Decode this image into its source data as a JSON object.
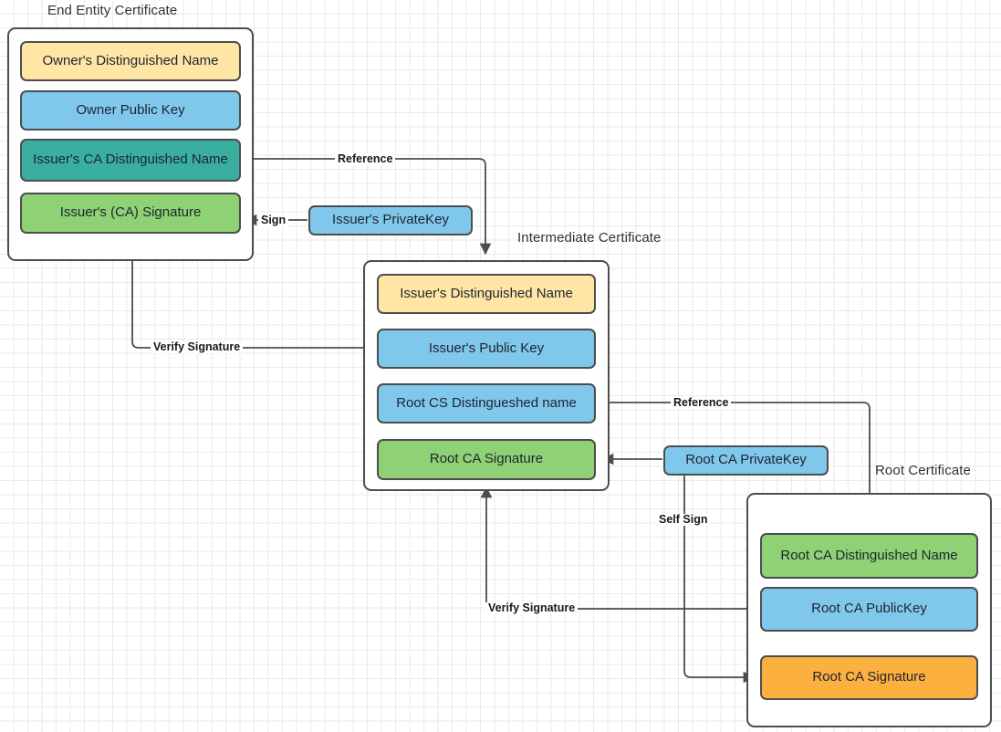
{
  "diagram": {
    "title_end_entity": "End Entity Certificate",
    "title_intermediate": "Intermediate Certificate",
    "title_root": "Root Certificate"
  },
  "colors": {
    "yellow": "#ffe6a5",
    "blue": "#7fc8ec",
    "teal": "#3aae9f",
    "green": "#8fd175",
    "orange": "#fbb040",
    "stroke": "#4d4d4d",
    "text": "#1f2430",
    "grid_minor": "#eaeaea",
    "grid_major": "#d5d5d5"
  },
  "end_entity_certificate": {
    "label": "End Entity Certificate",
    "fields": [
      {
        "label": "Owner's Distinguished Name",
        "color": "#ffe6a5"
      },
      {
        "label": "Owner Public  Key",
        "color": "#7fc8ec"
      },
      {
        "label": "Issuer's CA Distinguished Name",
        "color": "#3aae9f"
      },
      {
        "label": "Issuer's (CA) Signature",
        "color": "#8fd175"
      }
    ]
  },
  "intermediate_certificate": {
    "label": "Intermediate Certificate",
    "fields": [
      {
        "label": "Issuer's Distinguished Name",
        "color": "#ffe6a5"
      },
      {
        "label": "Issuer's Public  Key",
        "color": "#7fc8ec"
      },
      {
        "label": "Root CS Distingueshed name",
        "color": "#7fc8ec"
      },
      {
        "label": "Root CA Signature",
        "color": "#8fd175"
      }
    ]
  },
  "root_certificate": {
    "label": "Root Certificate",
    "fields": [
      {
        "label": "Root CA Distinguished Name",
        "color": "#8fd175"
      },
      {
        "label": "Root CA PublicKey",
        "color": "#7fc8ec"
      },
      {
        "label": "Root CA Signature",
        "color": "#fbb040"
      }
    ]
  },
  "keys": {
    "issuer_private_key": {
      "label": "Issuer's PrivateKey",
      "color": "#7fc8ec"
    },
    "root_ca_private_key": {
      "label": "Root CA PrivateKey",
      "color": "#7fc8ec"
    }
  },
  "edges": [
    {
      "id": "reference-1",
      "label": "Reference"
    },
    {
      "id": "sign-1",
      "label": "Sign"
    },
    {
      "id": "verify-signature-1",
      "label": "Verify Signature"
    },
    {
      "id": "reference-2",
      "label": "Reference"
    },
    {
      "id": "self-sign",
      "label": "Self Sign"
    },
    {
      "id": "verify-signature-2",
      "label": "Verify Signature"
    }
  ]
}
